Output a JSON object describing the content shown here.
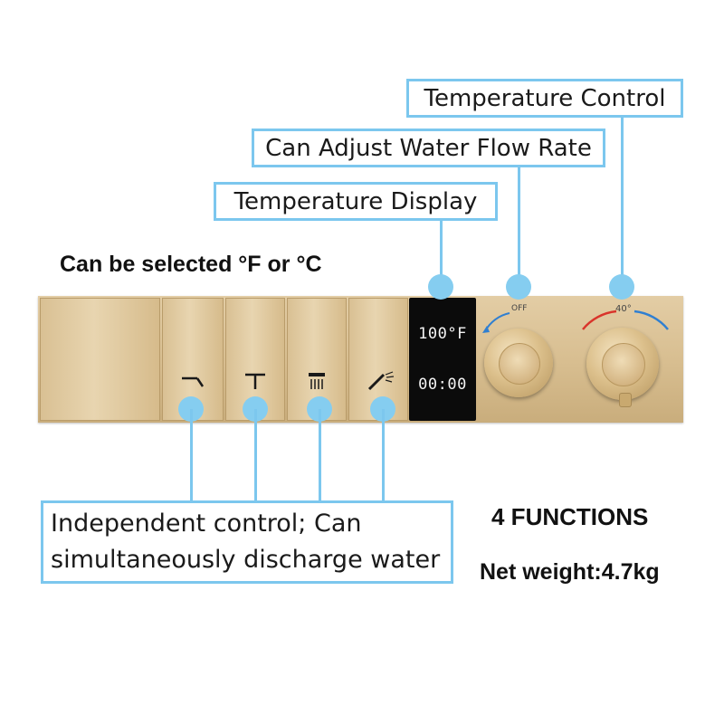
{
  "callouts": {
    "temperature_control": "Temperature Control",
    "flow_rate": "Can Adjust Water Flow Rate",
    "temperature_display": "Temperature Display",
    "independent_line1": "Independent control; Can",
    "independent_line2": "simultaneously discharge water"
  },
  "labels": {
    "unit_select": "Can be selected °F or °C",
    "functions": "4 FUNCTIONS",
    "net_weight": "Net weight:4.7kg"
  },
  "display": {
    "temperature": "100°F",
    "time": "00:00"
  },
  "knobs": {
    "flow_label": "OFF",
    "temp_label": "40°"
  },
  "icons": [
    "handheld-spout-icon",
    "tub-spout-icon",
    "rain-shower-icon",
    "hand-shower-icon"
  ],
  "colors": {
    "callout_border": "#7cc7ee",
    "dot": "#85cdf0",
    "brass": "#d9c093",
    "display_bg": "#0b0b0b",
    "hot": "#d9342b",
    "cold": "#2f7fd1"
  }
}
